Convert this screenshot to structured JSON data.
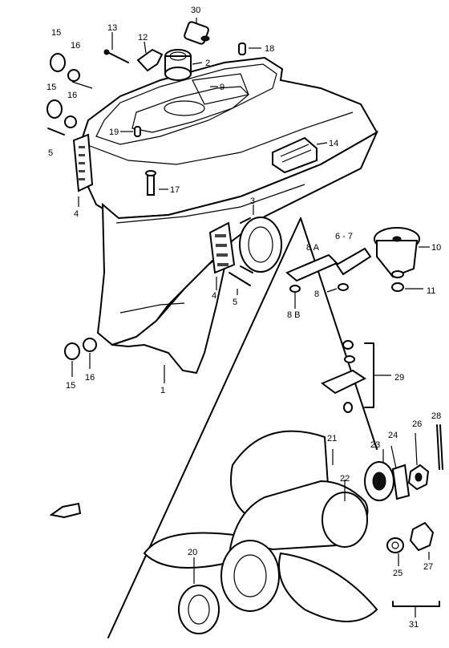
{
  "diagram": {
    "callouts": [
      {
        "id": "c30",
        "text": "30"
      },
      {
        "id": "c13",
        "text": "13"
      },
      {
        "id": "c12",
        "text": "12"
      },
      {
        "id": "c2",
        "text": "2"
      },
      {
        "id": "c15a",
        "text": "15"
      },
      {
        "id": "c16a",
        "text": "16"
      },
      {
        "id": "c18",
        "text": "18"
      },
      {
        "id": "c9",
        "text": "9"
      },
      {
        "id": "c15b",
        "text": "15"
      },
      {
        "id": "c16b",
        "text": "16"
      },
      {
        "id": "c5a",
        "text": "5"
      },
      {
        "id": "c19",
        "text": "19"
      },
      {
        "id": "c14",
        "text": "14"
      },
      {
        "id": "c17",
        "text": "17"
      },
      {
        "id": "c4a",
        "text": "4"
      },
      {
        "id": "c3",
        "text": "3"
      },
      {
        "id": "c8a",
        "text": "8 A"
      },
      {
        "id": "c67",
        "text": "6 - 7"
      },
      {
        "id": "c10",
        "text": "10"
      },
      {
        "id": "c4b",
        "text": "4"
      },
      {
        "id": "c5b",
        "text": "5"
      },
      {
        "id": "c8",
        "text": "8"
      },
      {
        "id": "c11",
        "text": "11"
      },
      {
        "id": "c8b",
        "text": "8 B"
      },
      {
        "id": "c15c",
        "text": "15"
      },
      {
        "id": "c16c",
        "text": "16"
      },
      {
        "id": "c1",
        "text": "1"
      },
      {
        "id": "c29",
        "text": "29"
      },
      {
        "id": "c21",
        "text": "21"
      },
      {
        "id": "c23",
        "text": "23"
      },
      {
        "id": "c24",
        "text": "24"
      },
      {
        "id": "c26",
        "text": "26"
      },
      {
        "id": "c28",
        "text": "28"
      },
      {
        "id": "c22",
        "text": "22"
      },
      {
        "id": "c20",
        "text": "20"
      },
      {
        "id": "c25",
        "text": "25"
      },
      {
        "id": "c27",
        "text": "27"
      },
      {
        "id": "c31",
        "text": "31"
      }
    ],
    "colors": {
      "ink": "#000000",
      "paper": "#ffffff"
    }
  }
}
